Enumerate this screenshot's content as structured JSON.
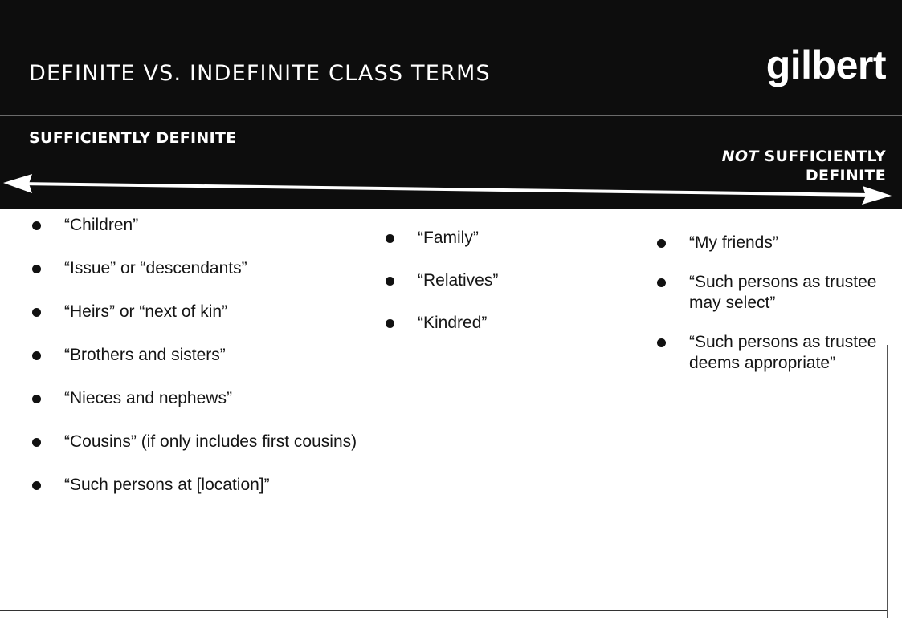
{
  "slide": {
    "title": "DEFINITE VS. INDEFINITE CLASS TERMS",
    "brand": "gilbert"
  },
  "scale": {
    "left_label": "SUFFICIENTLY DEFINITE",
    "right_label_emphasis": "NOT",
    "right_label_rest": " SUFFICIENTLY DEFINITE"
  },
  "columns": {
    "left": [
      "“Children”",
      "“Issue” or “descendants”",
      "“Heirs” or “next of kin”",
      "“Brothers and sisters”",
      "“Nieces and nephews”",
      "“Cousins” (if only includes first cousins)",
      "“Such persons at [location]”"
    ],
    "middle": [
      "“Family”",
      "“Relatives”",
      "“Kindred”"
    ],
    "right": [
      "“My friends”",
      "“Such persons as trustee may select”",
      "“Such persons as trustee deems appropriate”"
    ]
  },
  "colors": {
    "header_bg": "#0d0d0d",
    "header_text": "#ffffff",
    "body_bg": "#ffffff"
  }
}
